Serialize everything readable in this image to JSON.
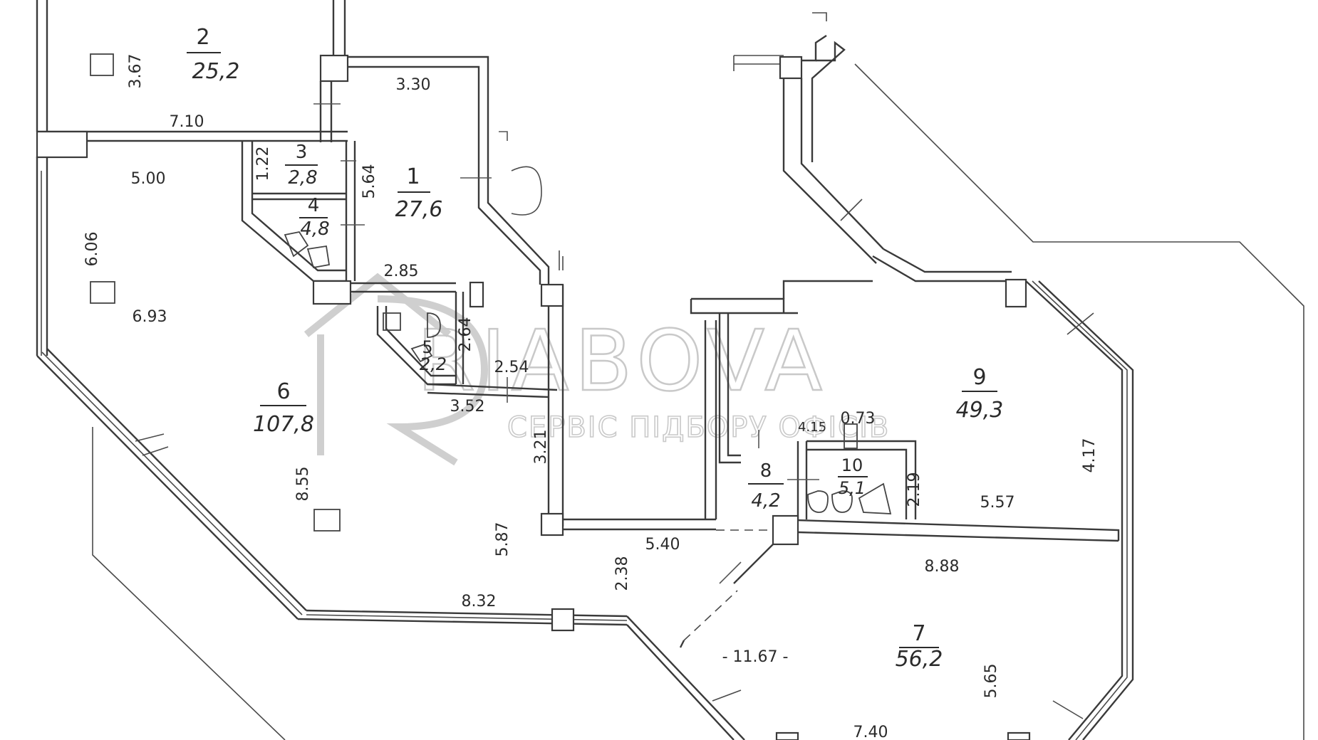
{
  "watermark": {
    "brand": "RIABOVA",
    "subtitle": "СЕРВІС ПІДБОРУ ОФІСІВ"
  },
  "rooms": [
    {
      "id": "room-1",
      "number": "1",
      "area": "27,6"
    },
    {
      "id": "room-2",
      "number": "2",
      "area": "25,2"
    },
    {
      "id": "room-3",
      "number": "3",
      "area": "2,8"
    },
    {
      "id": "room-4",
      "number": "4",
      "area": "4,8"
    },
    {
      "id": "room-5",
      "number": "5",
      "area": "2,2"
    },
    {
      "id": "room-6",
      "number": "6",
      "area": "107,8"
    },
    {
      "id": "room-7",
      "number": "7",
      "area": "56,2"
    },
    {
      "id": "room-8",
      "number": "8",
      "area": "4,2"
    },
    {
      "id": "room-9",
      "number": "9",
      "area": "49,3"
    },
    {
      "id": "room-10",
      "number": "10",
      "area": "5,1"
    }
  ],
  "dimensions": {
    "d_3_67": "3.67",
    "d_7_10": "7.10",
    "d_3_30": "3.30",
    "d_5_00": "5.00",
    "d_1_22": "1.22",
    "d_5_64": "5.64",
    "d_6_06": "6.06",
    "d_6_93": "6.93",
    "d_2_85": "2.85",
    "d_2_64": "2.64",
    "d_2_54": "2.54",
    "d_3_52": "3.52",
    "d_3_21": "3.21",
    "d_8_55": "8.55",
    "d_5_87": "5.87",
    "d_5_40": "5.40",
    "d_2_38": "2.38",
    "d_8_32": "8.32",
    "d_4_15": "4.15",
    "d_0_73": "0.73",
    "d_2_19": "2.19",
    "d_4_17": "4.17",
    "d_5_57": "5.57",
    "d_8_88": "8.88",
    "d_11_67": "- 11.67 -",
    "d_5_65": "5.65",
    "d_7_40": "7.40"
  }
}
